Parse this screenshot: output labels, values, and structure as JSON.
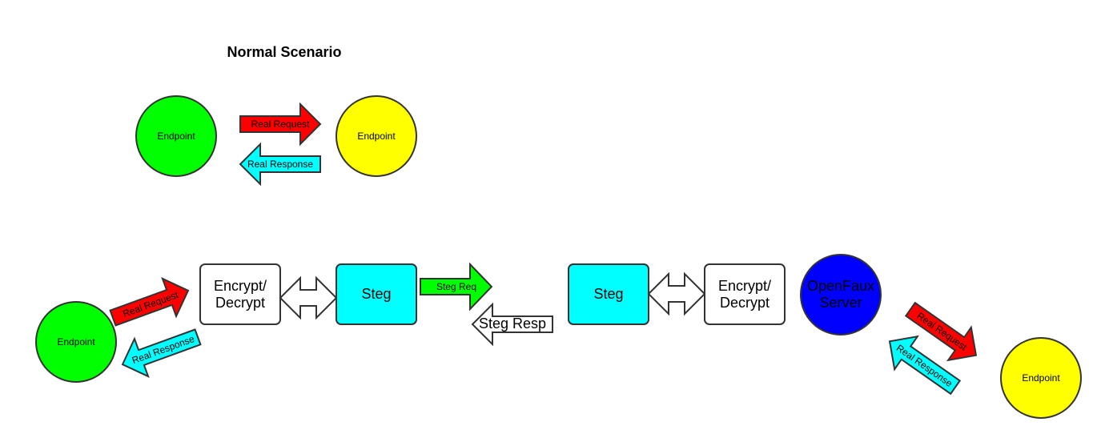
{
  "title": "Normal Scenario",
  "colors": {
    "green": "#00ff00",
    "yellow": "#ffff00",
    "red": "#ff0000",
    "cyan": "#00ffff",
    "blue": "#0000ff",
    "white": "#ffffff",
    "stroke": "#333333"
  },
  "normal": {
    "endpoint_left": "Endpoint",
    "endpoint_right": "Endpoint",
    "request": "Real Request",
    "response": "Real Response"
  },
  "flow": {
    "endpoint_left": "Endpoint",
    "request_left": "Real Request",
    "response_left": "Real Response",
    "crypto_left": [
      "Encrypt/",
      "Decrypt"
    ],
    "steg_left": "Steg",
    "steg_req": "Steg Req",
    "steg_resp": "Steg Resp",
    "steg_right": "Steg",
    "crypto_right": [
      "Encrypt/",
      "Decrypt"
    ],
    "server": [
      "OpenFaux",
      "Server"
    ],
    "request_right": "Real Request",
    "response_right": "Real Response",
    "endpoint_right": "Endpoint"
  }
}
